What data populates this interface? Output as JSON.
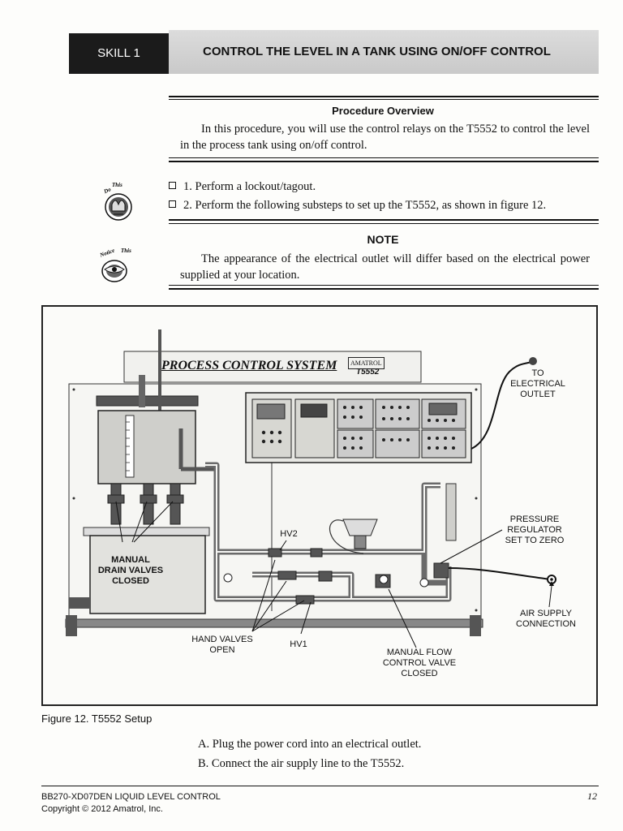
{
  "header": {
    "skill": "SKILL 1",
    "title": "CONTROL THE LEVEL IN A TANK USING ON/OFF CONTROL"
  },
  "overview": {
    "heading": "Procedure Overview",
    "text": "In this procedure, you will use the control relays on the T5552 to control the level in the process tank using on/off control."
  },
  "steps": [
    "1. Perform a lockout/tagout.",
    "2. Perform the following substeps to set up the T5552, as shown in figure 12."
  ],
  "note": {
    "heading": "NOTE",
    "text": "The appearance of the electrical outlet will differ based on the electrical power supplied at your location."
  },
  "figure": {
    "panel_title": "PROCESS CONTROL SYSTEM",
    "brand": "AMATROL",
    "model": "T5552",
    "labels": {
      "outlet": [
        "TO",
        "ELECTRICAL",
        "OUTLET"
      ],
      "pressure": [
        "PRESSURE",
        "REGULATOR",
        "SET TO ZERO"
      ],
      "air": [
        "AIR SUPPLY",
        "CONNECTION"
      ],
      "manual_flow": [
        "MANUAL FLOW",
        "CONTROL VALVE",
        "CLOSED"
      ],
      "drain": [
        "MANUAL",
        "DRAIN VALVES",
        "CLOSED"
      ],
      "hand_valves": [
        "HAND VALVES",
        "OPEN"
      ],
      "hv1": "HV1",
      "hv2": "HV2"
    },
    "caption": "Figure 12.  T5552 Setup"
  },
  "substeps": [
    "A. Plug the power cord into an electrical outlet.",
    "B. Connect the air supply line to the T5552."
  ],
  "footer": {
    "doc": "BB270-XD07DEN  LIQUID LEVEL CONTROL",
    "copyright": "Copyright © 2012 Amatrol, Inc.",
    "page": "12"
  }
}
